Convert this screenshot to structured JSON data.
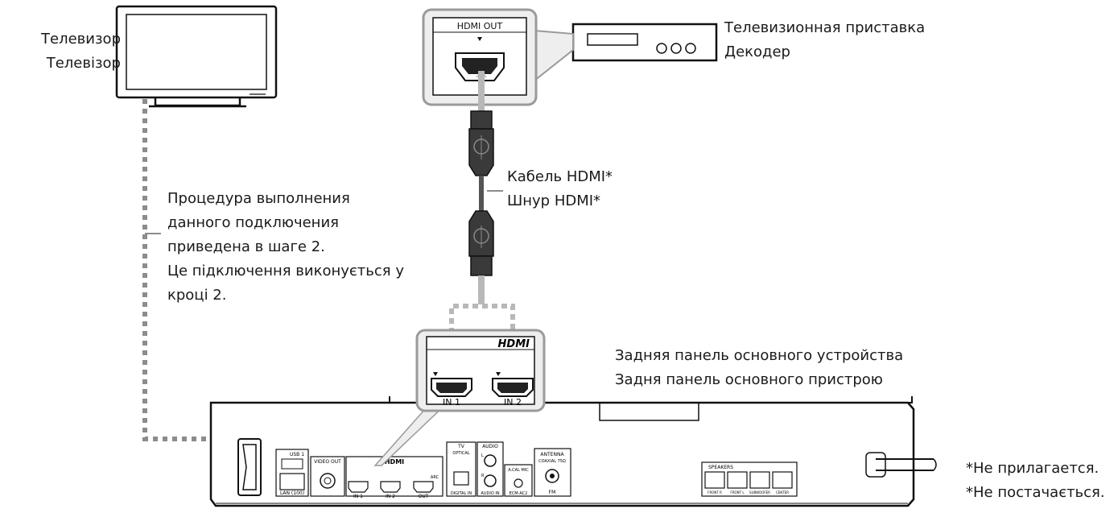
{
  "labels": {
    "tv_ru": "Телевизор",
    "tv_uk": "Телевізор",
    "stb_ru": "Телевизионная приставка",
    "stb_uk": "Декодер",
    "cable_ru": "Кабель HDMI*",
    "cable_uk": "Шнур HDMI*",
    "procedure_line1": "Процедура выполнения",
    "procedure_line2": "данного подключения",
    "procedure_line3": "приведена в шаге 2.",
    "procedure_line4": "Це підключення виконується у",
    "procedure_line5": "кроці 2.",
    "rear_ru": "Задняя панель основного устройства",
    "rear_uk": "Задня панель основного пристрою",
    "note_ru": "*Не прилагается.",
    "note_uk": "*Не постачається."
  },
  "port_labels": {
    "hdmi_out": "HDMI OUT",
    "hdmi_logo": "HDMI",
    "in1": "IN 1",
    "in2": "IN 2",
    "usb": "USB 1",
    "lan": "LAN (100)",
    "video_out": "VIDEO OUT",
    "out": "OUT",
    "arc": "ARC",
    "tv": "TV",
    "optical": "OPTICAL",
    "digital_in": "DIGITAL IN",
    "audio": "AUDIO",
    "l": "L",
    "r": "R",
    "audio_in": "AUDIO IN",
    "a_cal_mic": "A.CAL MIC",
    "ecm_ac2": "ECM-AC2",
    "antenna": "ANTENNA",
    "coaxial": "COAXIAL 75Ω",
    "fm": "FM",
    "speakers": "SPEAKERS",
    "front_r": "FRONT R",
    "front_l": "FRONT L",
    "subwoofer": "SUBWOOFER",
    "center": "CENTER"
  }
}
